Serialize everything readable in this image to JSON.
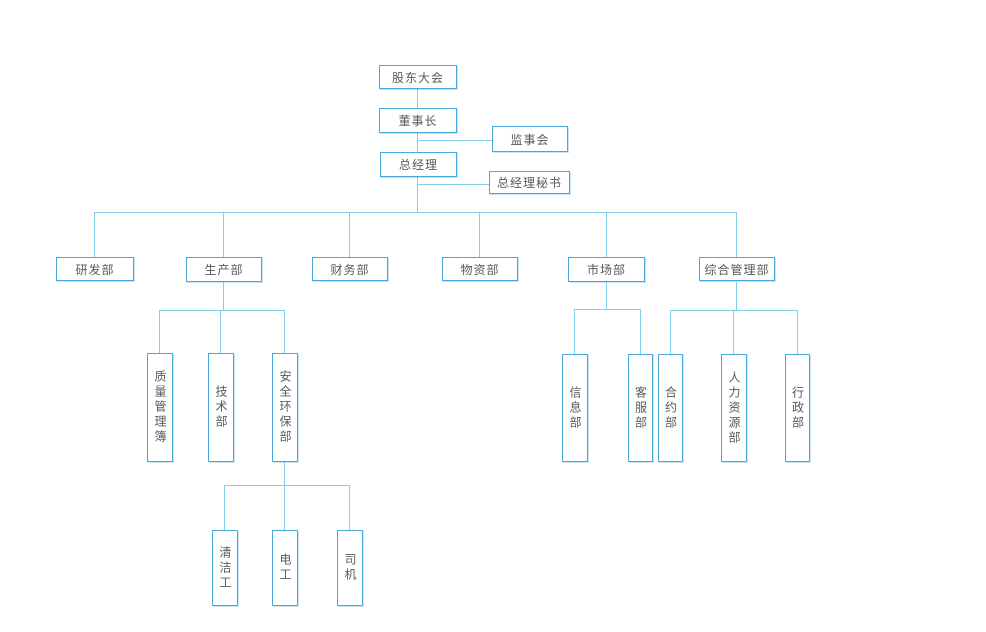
{
  "chart_title": "",
  "colors": {
    "box_border": "#49a8db",
    "line_color": "#85cbec",
    "text_color": "#595959",
    "canvas_bg": "#ffffff"
  },
  "nodes": {
    "shareholders_meeting": {
      "label": "股东大会"
    },
    "chairman": {
      "label": "董事长"
    },
    "supervisory_board": {
      "label": "监事会"
    },
    "general_manager": {
      "label": "总经理"
    },
    "gm_secretary": {
      "label": "总经理秘书"
    },
    "rd_dept": {
      "label": "研发部"
    },
    "production_dept": {
      "label": "生产部"
    },
    "finance_dept": {
      "label": "财务部"
    },
    "materials_dept": {
      "label": "物资部"
    },
    "market_dept": {
      "label": "市场部"
    },
    "general_mgmt_dept": {
      "label": "综合管理部"
    },
    "quality_mgmt_register": {
      "label": "质量管理簿"
    },
    "tech_dept": {
      "label": "技术部"
    },
    "safety_env_dept": {
      "label": "安全环保部"
    },
    "info_dept": {
      "label": "信息部"
    },
    "customer_service_dept": {
      "label": "客服部"
    },
    "contract_dept": {
      "label": "合约部"
    },
    "hr_dept": {
      "label": "人力资源部"
    },
    "admin_dept": {
      "label": "行政部"
    },
    "cleaner": {
      "label": "清洁工"
    },
    "electrician": {
      "label": "电工"
    },
    "driver": {
      "label": "司机"
    }
  }
}
